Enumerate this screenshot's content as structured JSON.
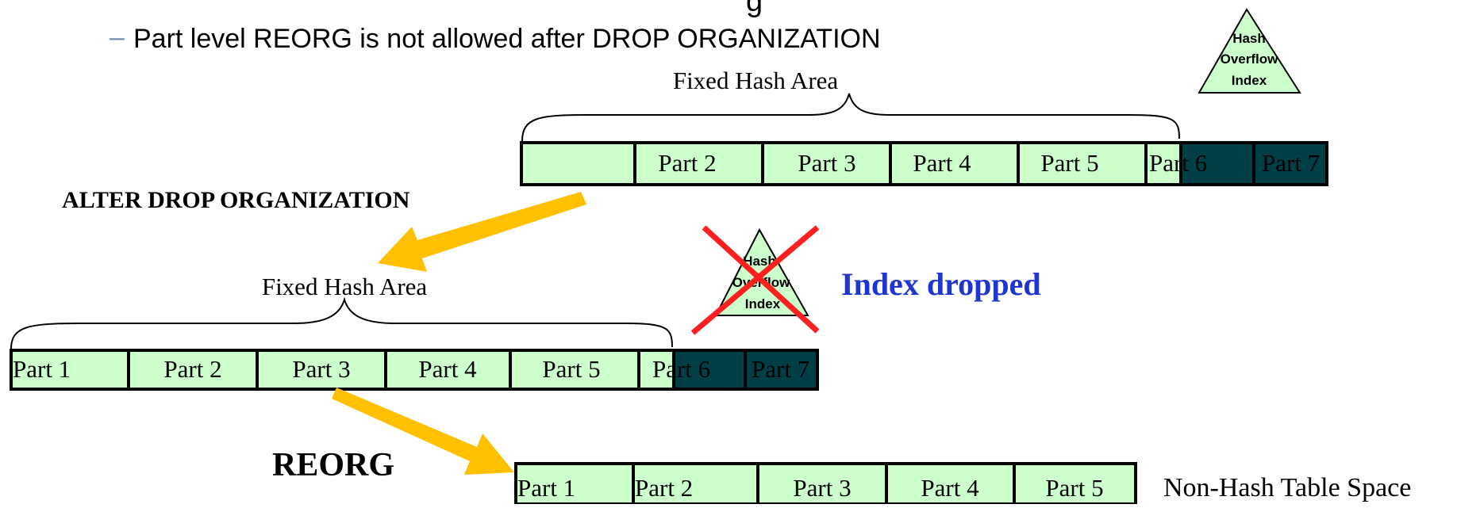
{
  "top_bullet": {
    "dash": "–",
    "partial_line_fragment": "g",
    "text": "Part level REORG is not allowed after DROP ORGANIZATION"
  },
  "colors": {
    "part_fill": "#ccffcc",
    "overflow_fill": "#003f45",
    "arrow": "#ffc000",
    "cross": "#ff1f1f",
    "index_dropped_text": "#1f35d0",
    "dash": "#6f8fb0"
  },
  "top_diagram": {
    "fixed_area_label": "Fixed Hash Area",
    "index_label_lines": [
      "Hash",
      "Overflow",
      "Index"
    ],
    "parts": [
      "",
      "Part 2",
      "Part 3",
      "Part 4",
      "Part 5",
      "Part 6",
      "Part 7"
    ]
  },
  "arrow1_label": "ALTER DROP ORGANIZATION",
  "middle_diagram": {
    "fixed_area_label": "Fixed Hash Area",
    "index_label_lines": [
      "Hash",
      "Overflow",
      "Index"
    ],
    "index_status": "Index dropped",
    "parts": [
      "Part 1",
      "Part 2",
      "Part 3",
      "Part 4",
      "Part 5",
      "Part 6",
      "Part 7"
    ]
  },
  "arrow2_label": "REORG",
  "bottom_diagram": {
    "parts": [
      "Part 1",
      "Part 2",
      "Part 3",
      "Part 4",
      "Part 5"
    ],
    "caption": "Non-Hash Table Space"
  }
}
